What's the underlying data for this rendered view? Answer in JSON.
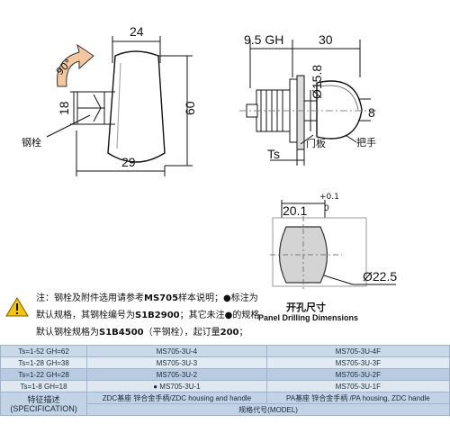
{
  "drawing_left": {
    "dim_width": "24",
    "dim_angle": "90°",
    "dim_height": "60",
    "dim_left": "18",
    "dim_bottom": "29",
    "label_pin": "钢栓"
  },
  "drawing_right": {
    "dim_top_left": "9.5 GH",
    "dim_top_right": "30",
    "dim_dia": "Ø15.8",
    "dim_8": "8",
    "label_panel": "门板",
    "label_handle": "把手",
    "label_ts": "Ts"
  },
  "panel_cutout": {
    "dim_width": "20.1",
    "tol_upper": "+0.1",
    "tol_lower": "0",
    "dim_dia": "Ø22.5",
    "title_cn": "开孔尺寸",
    "title_en": "Panel Drilling Dimensions"
  },
  "note": {
    "line1a": "注：钢栓及附件选用请参考",
    "line1b": "MS705",
    "line1c": "样本说明；●标注为",
    "line2a": "默认规格，其钢栓编号为",
    "line2b": "S1B2900",
    "line2c": "；其它未注●的规格",
    "line3a": "默认钢栓规格为",
    "line3b": "S1B4500",
    "line3c": "（平钢栓），起订量",
    "line3d": "200",
    "line3e": "；"
  },
  "table": {
    "rows": [
      {
        "ts": "Ts=1-52  GH=62",
        "zdc": "MS705-3U-4",
        "pa": "MS705-3U-4F"
      },
      {
        "ts": "Ts=1-28  GH=38",
        "zdc": "MS705-3U-3",
        "pa": "MS705-3U-3F"
      },
      {
        "ts": "Ts=1-22  GH=28",
        "zdc": "MS705-3U-2",
        "pa": "MS705-3U-2F"
      },
      {
        "ts": "Ts=1-8  GH=18",
        "zdc": "●    MS705-3U-1",
        "pa": "MS705-3U-1F"
      }
    ],
    "spec_cn": "特征描述",
    "spec_en": "(SPECIFICATION)",
    "zdc_header": "ZDC基座 锌合金手柄/ZDC housing and handle",
    "pa_header": "PA基座 锌合金手柄 /PA housing, ZDC handle",
    "model_header": "规格代号(MODEL)"
  }
}
